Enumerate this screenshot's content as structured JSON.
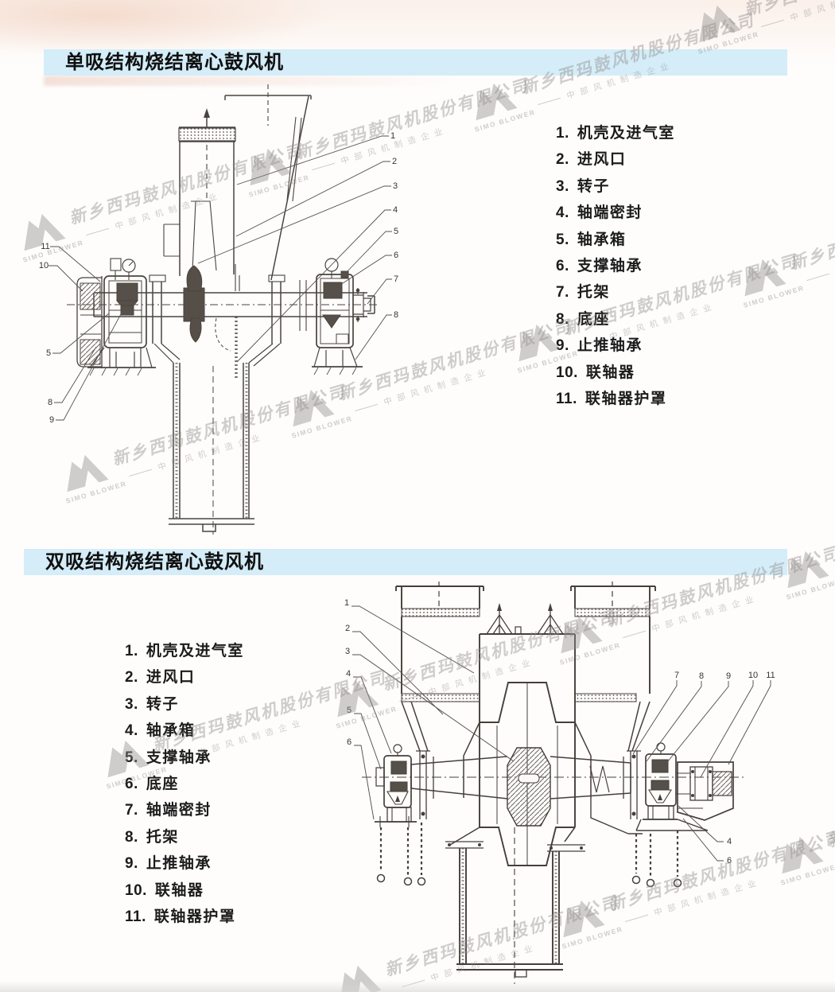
{
  "page": {
    "watermark": {
      "company": "新乡西玛鼓风机股份有限公司",
      "tagline": "中部风机制造企业",
      "logo": "simo-blower-logo",
      "logo_caption": "SIMO BLOWER"
    },
    "accent_bar_color": "#d4edf8"
  },
  "sections": [
    {
      "title": "单吸结构烧结离心鼓风机",
      "parts": [
        {
          "n": "1.",
          "t": "机壳及进气室"
        },
        {
          "n": "2.",
          "t": "进风口"
        },
        {
          "n": "3.",
          "t": "转子"
        },
        {
          "n": "4.",
          "t": "轴端密封"
        },
        {
          "n": "5.",
          "t": "轴承箱"
        },
        {
          "n": "6.",
          "t": "支撑轴承"
        },
        {
          "n": "7.",
          "t": "托架"
        },
        {
          "n": "8.",
          "t": "底座"
        },
        {
          "n": "9.",
          "t": "止推轴承"
        },
        {
          "n": "10.",
          "t": "联轴器"
        },
        {
          "n": "11.",
          "t": "联轴器护罩"
        }
      ],
      "callouts_right": [
        "1",
        "2",
        "3",
        "4",
        "5",
        "6",
        "7",
        "8"
      ],
      "callouts_left": [
        "11",
        "10",
        "5",
        "8",
        "9"
      ]
    },
    {
      "title": "双吸结构烧结离心鼓风机",
      "parts": [
        {
          "n": "1.",
          "t": "机壳及进气室"
        },
        {
          "n": "2.",
          "t": "进风口"
        },
        {
          "n": "3.",
          "t": "转子"
        },
        {
          "n": "4.",
          "t": "轴承箱"
        },
        {
          "n": "5.",
          "t": "支撑轴承"
        },
        {
          "n": "6.",
          "t": "底座"
        },
        {
          "n": "7.",
          "t": "轴端密封"
        },
        {
          "n": "8.",
          "t": "托架"
        },
        {
          "n": "9.",
          "t": "止推轴承"
        },
        {
          "n": "10.",
          "t": "联轴器"
        },
        {
          "n": "11.",
          "t": "联轴器护罩"
        }
      ],
      "callouts_left": [
        "1",
        "2",
        "3",
        "4",
        "5",
        "6"
      ],
      "callouts_right": [
        "7",
        "8",
        "9",
        "10",
        "11"
      ],
      "callouts_corner": [
        "4",
        "6"
      ]
    }
  ]
}
